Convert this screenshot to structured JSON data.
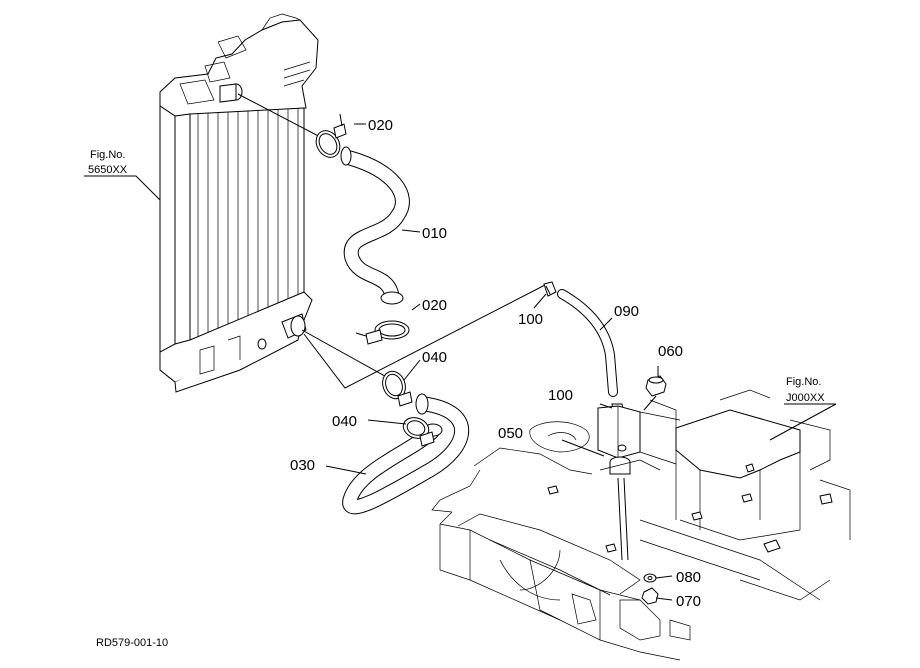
{
  "callouts": {
    "c010": "010",
    "c020a": "020",
    "c020b": "020",
    "c030": "030",
    "c040a": "040",
    "c040b": "040",
    "c050": "050",
    "c060": "060",
    "c070": "070",
    "c080": "080",
    "c090": "090",
    "c100a": "100",
    "c100b": "100"
  },
  "figrefs": {
    "left": {
      "line1": "Fig.No.",
      "line2": "5650XX"
    },
    "right": {
      "line1": "Fig.No.",
      "line2": "J000XX"
    }
  },
  "drawing_code": "RD579-001-10"
}
